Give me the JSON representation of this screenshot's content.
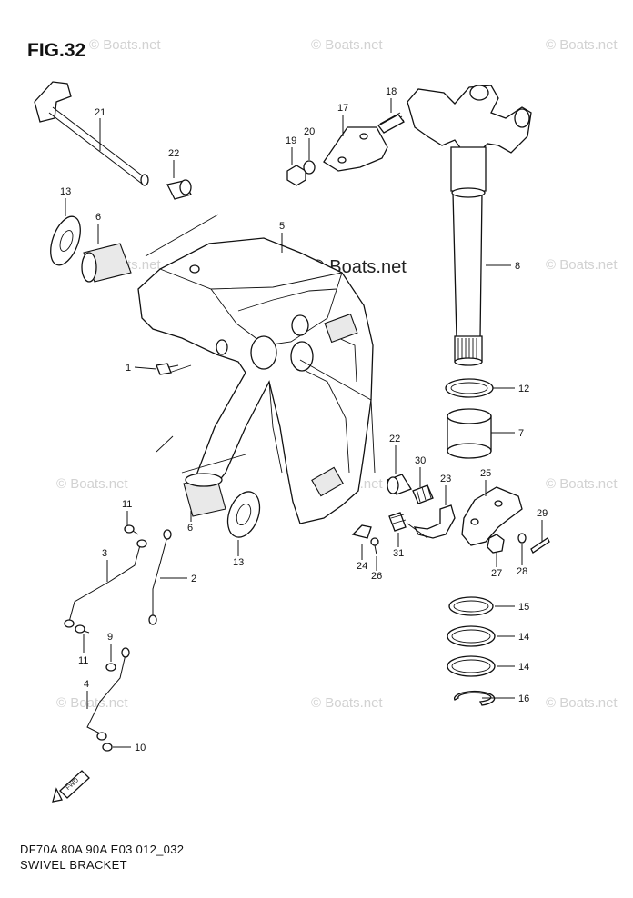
{
  "figure": {
    "title": "FIG.32"
  },
  "footer": {
    "model": "DF70A 80A 90A E03 012_032",
    "name": "SWIVEL BRACKET"
  },
  "watermark": {
    "small": "© Boats.net",
    "main": "© Boats.net"
  },
  "fwd_label": "FWD",
  "callouts": [
    {
      "id": "c21",
      "text": "21"
    },
    {
      "id": "c22a",
      "text": "22"
    },
    {
      "id": "c13a",
      "text": "13"
    },
    {
      "id": "c6a",
      "text": "6"
    },
    {
      "id": "c5",
      "text": "5"
    },
    {
      "id": "c17",
      "text": "17"
    },
    {
      "id": "c18",
      "text": "18"
    },
    {
      "id": "c19",
      "text": "19"
    },
    {
      "id": "c20",
      "text": "20"
    },
    {
      "id": "c8",
      "text": "8"
    },
    {
      "id": "c12",
      "text": "12"
    },
    {
      "id": "c7",
      "text": "7"
    },
    {
      "id": "c1",
      "text": "1"
    },
    {
      "id": "c22b",
      "text": "22"
    },
    {
      "id": "c30",
      "text": "30"
    },
    {
      "id": "c23",
      "text": "23"
    },
    {
      "id": "c25",
      "text": "25"
    },
    {
      "id": "c29",
      "text": "29"
    },
    {
      "id": "c24",
      "text": "24"
    },
    {
      "id": "c26",
      "text": "26"
    },
    {
      "id": "c31",
      "text": "31"
    },
    {
      "id": "c27",
      "text": "27"
    },
    {
      "id": "c28",
      "text": "28"
    },
    {
      "id": "c11a",
      "text": "11"
    },
    {
      "id": "c6b",
      "text": "6"
    },
    {
      "id": "c13b",
      "text": "13"
    },
    {
      "id": "c3",
      "text": "3"
    },
    {
      "id": "c2",
      "text": "2"
    },
    {
      "id": "c15",
      "text": "15"
    },
    {
      "id": "c14a",
      "text": "14"
    },
    {
      "id": "c14b",
      "text": "14"
    },
    {
      "id": "c11b",
      "text": "11"
    },
    {
      "id": "c9",
      "text": "9"
    },
    {
      "id": "c4",
      "text": "4"
    },
    {
      "id": "c16",
      "text": "16"
    },
    {
      "id": "c10",
      "text": "10"
    }
  ]
}
